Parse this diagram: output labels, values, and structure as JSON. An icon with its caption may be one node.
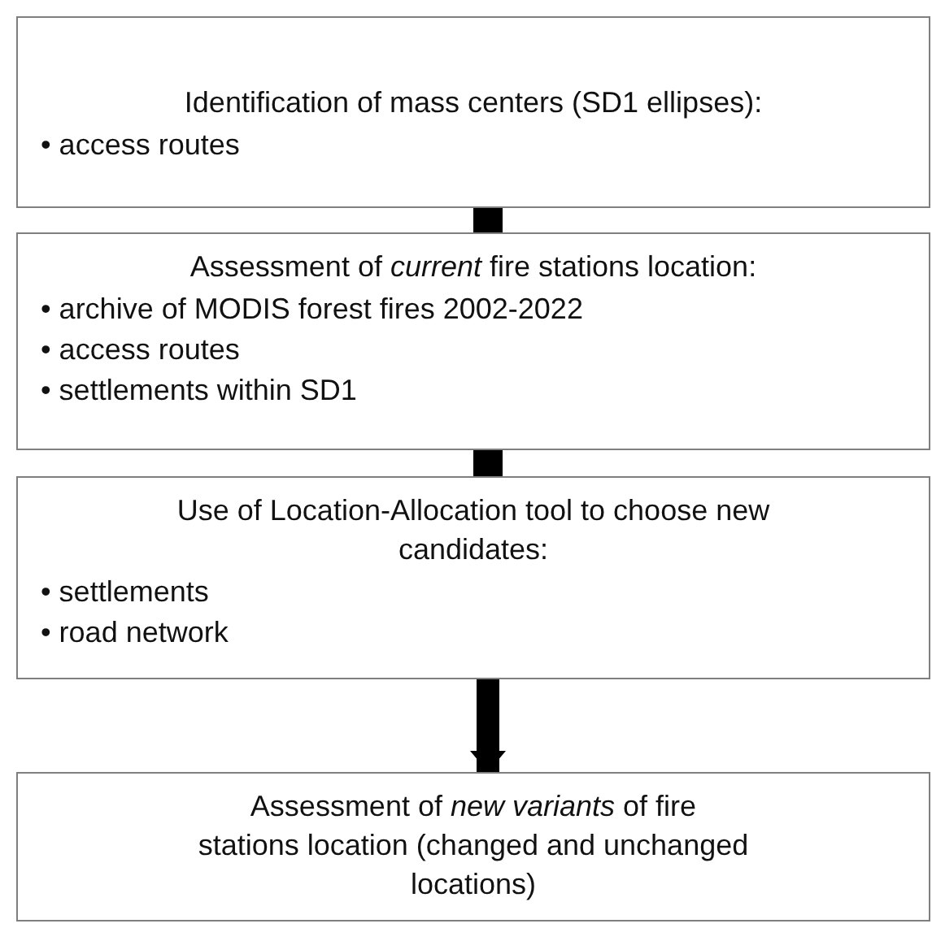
{
  "diagram": {
    "nodes": [
      {
        "text": [
          "Identification of mass centers (SD1 ellipses):",
          "• access routes"
        ]
      },
      {
        "text": [
          "Assessment of *current* fire stations location:",
          "• archive of MODIS forest fires 2002-2022",
          "• access routes",
          "• settlements within SD1"
        ]
      },
      {
        "text": [
          "Use of Location-Allocation tool to choose new candidates:",
          "• settlements",
          "• road network"
        ]
      },
      {
        "text": [
          "Assessment of *new variants* of fire stations location (changed and unchanged locations)"
        ]
      }
    ],
    "edges": [
      {
        "from": 0,
        "to": 1,
        "arrow": "none"
      },
      {
        "from": 1,
        "to": 2,
        "arrow": "none"
      },
      {
        "from": 2,
        "to": 3,
        "arrow": "to"
      }
    ]
  }
}
